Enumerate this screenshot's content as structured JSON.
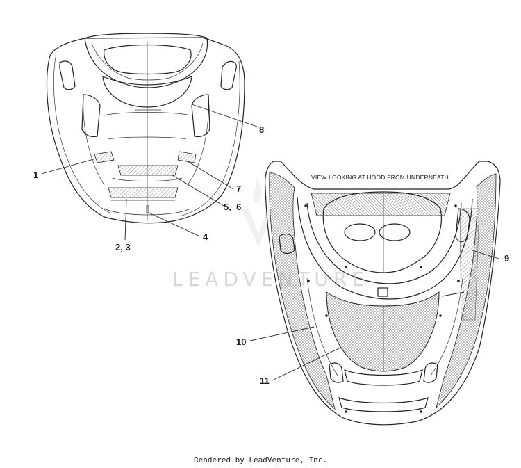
{
  "diagram": {
    "view_note": "VIEW LOOKING AT HOOD FROM UNDERNEATH",
    "watermark": "LEADVENTURE",
    "callouts": {
      "c1": "1",
      "c23": "2, 3",
      "c4": "4",
      "c56": "5,  6",
      "c7": "7",
      "c8": "8",
      "c9": "9",
      "c10": "10",
      "c11": "11"
    }
  },
  "footer": {
    "rendered_by": "Rendered by LeadVenture, Inc."
  }
}
